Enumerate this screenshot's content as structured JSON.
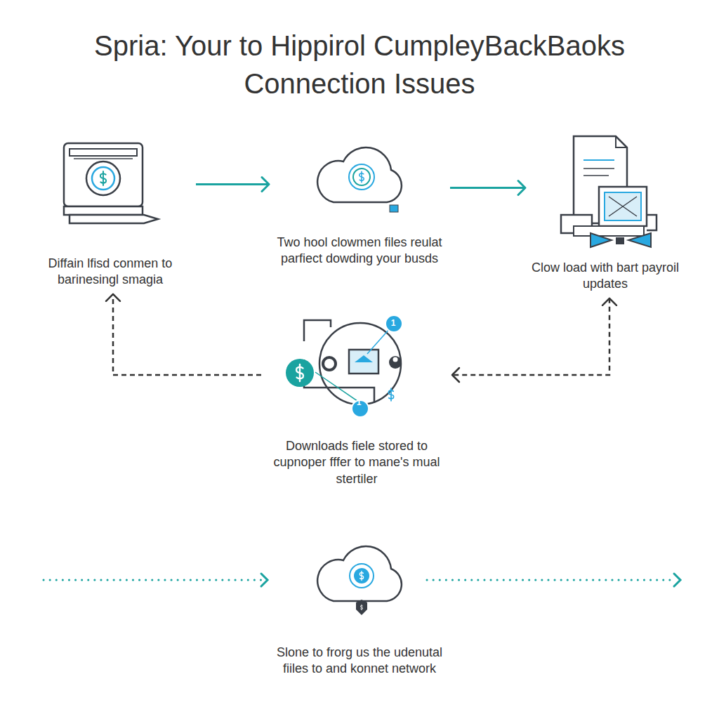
{
  "diagram": {
    "title": "Spria: Your to Hippirol CumpleyBackBaoks Connection Issues",
    "nodes": [
      {
        "text": [
          "Diffain lfisd conmen to barinesingl smagia"
        ]
      },
      {
        "text": [
          "Two hool clowmen files reulat parfiect dowding your busds"
        ]
      },
      {
        "text": [
          "Clow load with bart payroil updates"
        ]
      },
      {
        "text": [
          "Downloads fiele stored to cupnoper fffer to mane's mual stertiler"
        ]
      },
      {
        "text": [
          "Slone to frorg us the udenutal fiiles to and konnet network"
        ]
      }
    ],
    "edges": [
      {
        "from": 0,
        "to": 1,
        "arrow": "to"
      },
      {
        "from": 1,
        "to": 2,
        "arrow": "to"
      },
      {
        "from": 3,
        "to": 0,
        "arrow": "to"
      },
      {
        "from": 2,
        "to": 3,
        "arrow": "both"
      }
    ],
    "labels": [
      "1",
      "1"
    ]
  }
}
